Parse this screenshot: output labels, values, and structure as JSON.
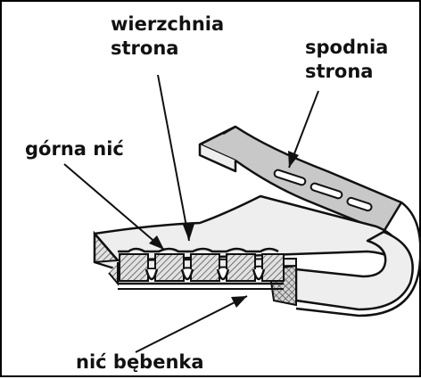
{
  "labels": {
    "top_side_line1": "wierzchnia",
    "top_side_line2": "strona",
    "under_side_line1": "spodnia",
    "under_side_line2": "strona",
    "needle_thread": "górna nić",
    "bobbin_thread": "nić bębenka"
  },
  "colors": {
    "border": "#000000",
    "fabric_light": "#eeeeee",
    "fabric_underside": "#c8c8c8",
    "outline": "#111111",
    "hatch": "#555555"
  }
}
